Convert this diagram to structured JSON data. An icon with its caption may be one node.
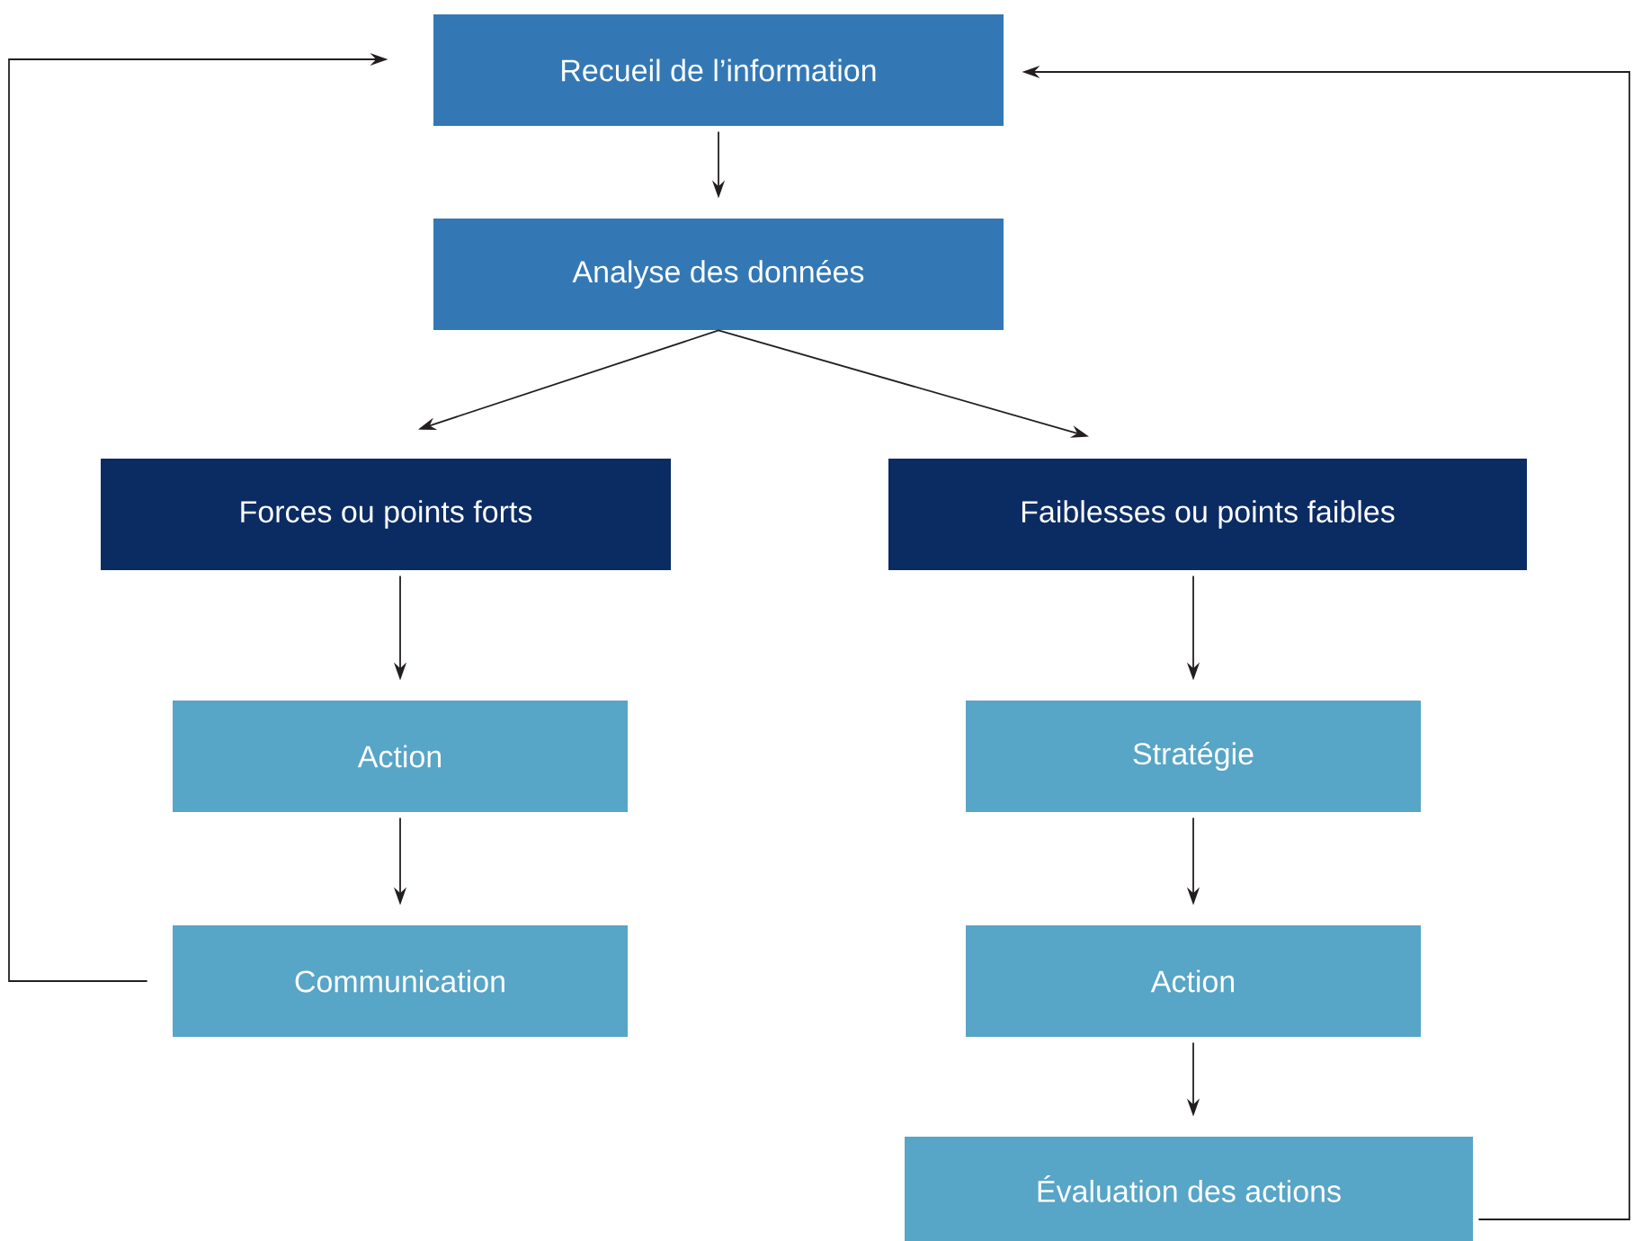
{
  "diagram": {
    "nodes": [
      {
        "text": [
          "Recueil de l’information"
        ]
      },
      {
        "text": [
          "Analyse des données"
        ]
      },
      {
        "text": [
          "Forces ou points forts"
        ]
      },
      {
        "text": [
          "Faiblesses ou points faibles"
        ]
      },
      {
        "text": [
          "Action"
        ]
      },
      {
        "text": [
          "Communication"
        ]
      },
      {
        "text": [
          "Stratégie"
        ]
      },
      {
        "text": [
          "Action"
        ]
      },
      {
        "text": [
          "Évaluation des actions"
        ]
      }
    ],
    "edges": [
      {
        "from": 0,
        "to": 1,
        "arrow": "to"
      },
      {
        "from": 1,
        "to": 2,
        "arrow": "to"
      },
      {
        "from": 1,
        "to": 3,
        "arrow": "to"
      },
      {
        "from": 2,
        "to": 4,
        "arrow": "to"
      },
      {
        "from": 4,
        "to": 5,
        "arrow": "to"
      },
      {
        "from": 3,
        "to": 6,
        "arrow": "to"
      },
      {
        "from": 6,
        "to": 7,
        "arrow": "to"
      },
      {
        "from": 7,
        "to": 8,
        "arrow": "to"
      },
      {
        "from": 5,
        "to": 0,
        "arrow": "to"
      },
      {
        "from": 8,
        "to": 0,
        "arrow": "to"
      }
    ]
  }
}
